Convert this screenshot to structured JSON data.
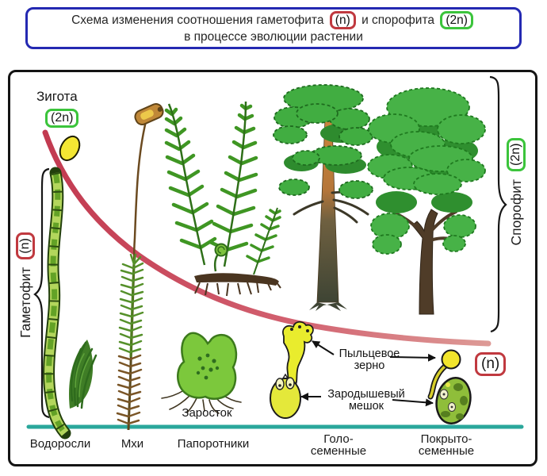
{
  "title": {
    "part1": "Схема изменения соотношения гаметофита",
    "chip_n": "(n)",
    "part2": "и спорофита",
    "chip_2n": "(2n)",
    "line2": "в процессе эволюции растении"
  },
  "zygote": {
    "label": "Зигота",
    "chip": "(2n)"
  },
  "axes": {
    "gametophyte": {
      "label": "Гаметофит",
      "chip": "(n)"
    },
    "sporophyte": {
      "label": "Спорофит",
      "chip": "(2n)"
    }
  },
  "annotations": {
    "prothallus": "Заросток",
    "pollen_line1": "Пыльцевое",
    "pollen_line2": "зерно",
    "embryo_line1": "Зародышевый",
    "embryo_line2": "мешок",
    "ploidy_chip": "(n)"
  },
  "categories": [
    {
      "line1": "Водоросли",
      "line2": ""
    },
    {
      "line1": "Мхи",
      "line2": ""
    },
    {
      "line1": "Папоротники",
      "line2": ""
    },
    {
      "line1": "Голо-",
      "line2": "семенные"
    },
    {
      "line1": "Покрыто-",
      "line2": "семенные"
    }
  ],
  "colors": {
    "title_border": "#2429b2",
    "chip_red": "#c0393f",
    "chip_green": "#3bc43b",
    "curve_red": "#c83c52",
    "baseline_teal": "#2aa79b",
    "box_border": "#141414"
  }
}
